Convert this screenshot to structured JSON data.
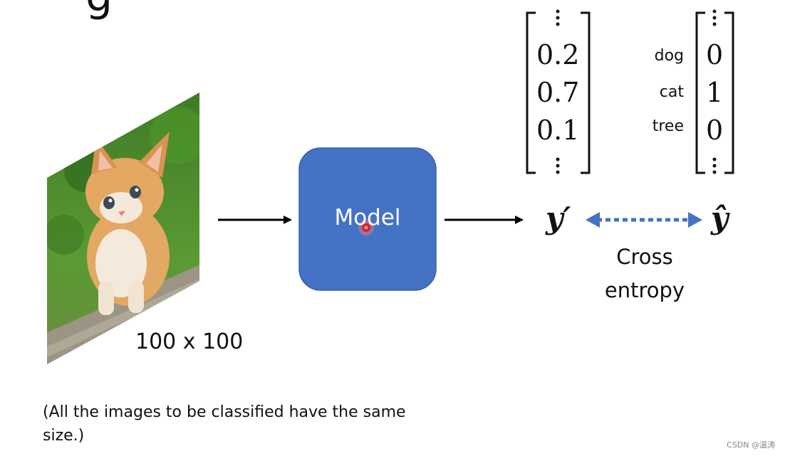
{
  "model": {
    "label": "Model"
  },
  "image": {
    "size_label": "100 x 100"
  },
  "note": "(All the images to be classified have the same size.)",
  "prediction": {
    "values": [
      "0.2",
      "0.7",
      "0.1"
    ],
    "symbol": "y′"
  },
  "target": {
    "classes": [
      "dog",
      "cat",
      "tree"
    ],
    "values": [
      "0",
      "1",
      "0"
    ],
    "symbol": "ŷ"
  },
  "loss": {
    "line1": "Cross",
    "line2": "entropy"
  },
  "watermark": "CSDN @温涛",
  "colors": {
    "model_box": "#4472C4",
    "loss_arrow": "#4472C4",
    "cursor": "#e02020"
  }
}
